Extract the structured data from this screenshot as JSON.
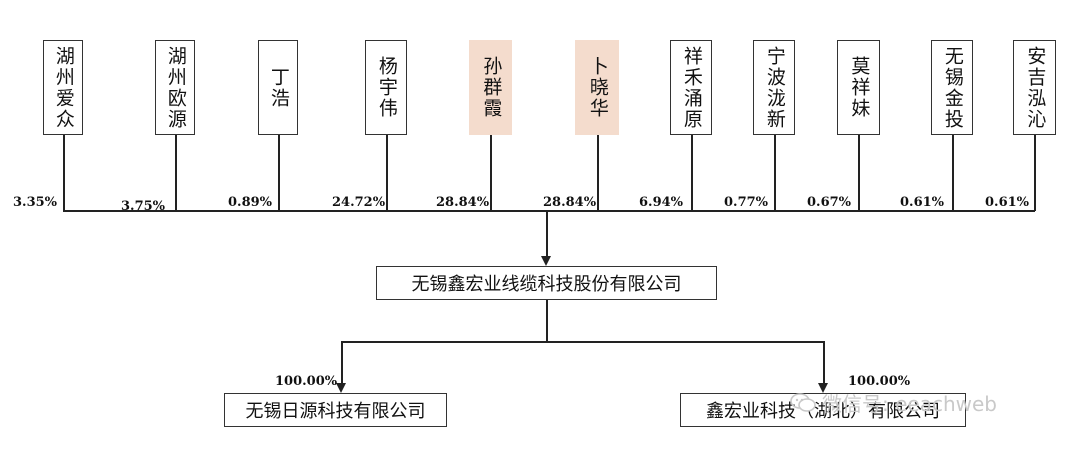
{
  "shareholders": [
    {
      "name": "湖州爱众",
      "percent": "3.35%",
      "highlight": false
    },
    {
      "name": "湖州欧源",
      "percent": "3.75%",
      "highlight": false
    },
    {
      "name": "丁浩",
      "percent": "0.89%",
      "highlight": false
    },
    {
      "name": "杨宇伟",
      "percent": "24.72%",
      "highlight": false
    },
    {
      "name": "孙群霞",
      "percent": "28.84%",
      "highlight": true
    },
    {
      "name": "卜晓华",
      "percent": "28.84%",
      "highlight": true
    },
    {
      "name": "祥禾涌原",
      "percent": "6.94%",
      "highlight": false
    },
    {
      "name": "宁波泷新",
      "percent": "0.77%",
      "highlight": false
    },
    {
      "name": "莫祥妹",
      "percent": "0.67%",
      "highlight": false
    },
    {
      "name": "无锡金投",
      "percent": "0.61%",
      "highlight": false
    },
    {
      "name": "安吉泓沁",
      "percent": "0.61%",
      "highlight": false
    }
  ],
  "company": {
    "name": "无锡鑫宏业线缆科技股份有限公司"
  },
  "subsidiaries": [
    {
      "name": "无锡日源科技有限公司",
      "percent": "100.00%"
    },
    {
      "name": "鑫宏业科技（湖北）有限公司",
      "percent": "100.00%"
    }
  ],
  "colors": {
    "highlight": "#f4dccd",
    "line": "#222222"
  },
  "watermark": {
    "text": "微信号: eeachweb",
    "icon": "wechat-icon"
  }
}
